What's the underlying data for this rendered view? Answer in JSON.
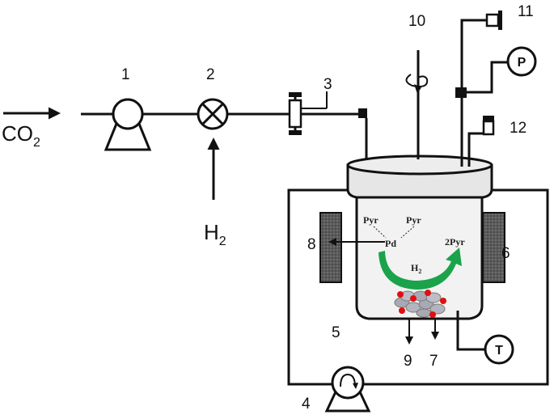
{
  "labels": {
    "n1": "1",
    "n2": "2",
    "n3": "3",
    "n4": "4",
    "n5": "5",
    "n6": "6",
    "n7": "7",
    "n8": "8",
    "n9": "9",
    "n10": "10",
    "n11": "11",
    "n12": "12"
  },
  "inlet_co2": {
    "main": "CO",
    "sub": "2"
  },
  "inlet_h2": {
    "main": "H",
    "sub": "2"
  },
  "gauges": {
    "pressure": "P",
    "temperature": "T"
  },
  "reaction": {
    "pyr_left": "Pyr",
    "pyr_right": "Pyr",
    "metal": "Pd",
    "product": "2Pyr",
    "reagent_main": "H",
    "reagent_sub": "2"
  },
  "colors": {
    "arrow_green": "#1aa34a",
    "heater_fill": "#555555",
    "vessel_fill": "#f2f2f2",
    "particle_red": "#e01010",
    "particle_gray": "#a9a9b5"
  }
}
